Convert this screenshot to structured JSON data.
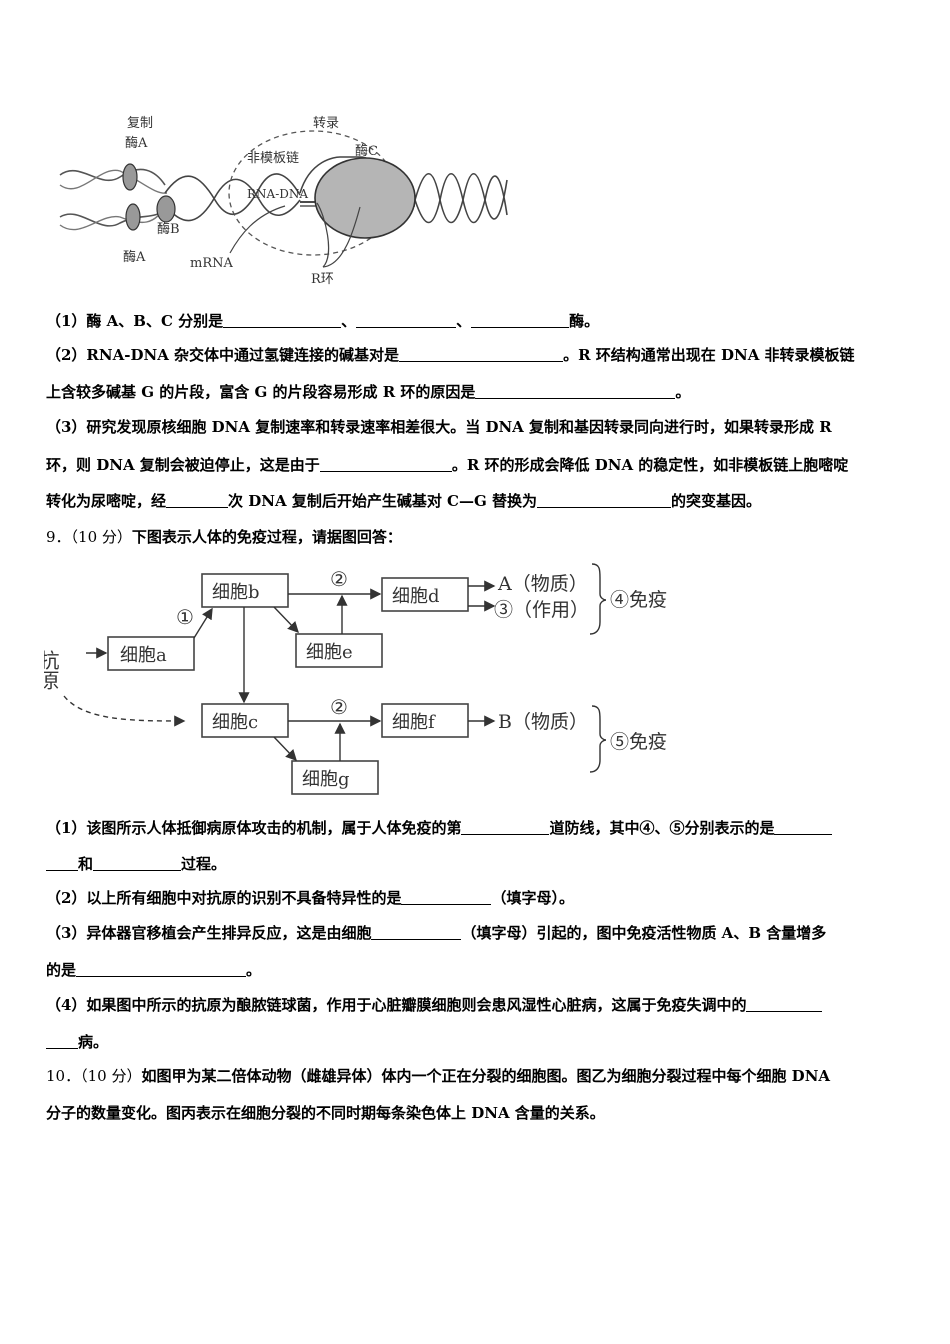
{
  "figure1": {
    "labels": {
      "copy": "复制",
      "enzA_top": "酶A",
      "transcribe": "转录",
      "nontemplate": "非模板链",
      "enzC": "酶C",
      "rnadna": "RNA-DNA",
      "enzB": "酶B",
      "enzA_bottom": "酶A",
      "mrna": "mRNA",
      "rloop": "R环"
    }
  },
  "q8": {
    "p1": {
      "a": "（1）酶 A、B、C 分别是",
      "b": "、",
      "c": "、",
      "d": "酶。"
    },
    "p2": {
      "a": "（2）RNA-DNA 杂交体中通过氢键连接的碱基对是",
      "b": "。R 环结构通常出现在 DNA 非转录模板链"
    },
    "p2b": {
      "a": "上含较多碱基 G 的片段，富含 G 的片段容易形成 R 环的原因是",
      "b": "。"
    },
    "p3": {
      "a": "（3）研究发现原核细胞 DNA 复制速率和转录速率相差很大。当 DNA 复制和基因转录同向进行时，如果转录形成 R"
    },
    "p3b": {
      "a": "环，则 DNA 复制会被迫停止，这是由于",
      "b": "。R 环的形成会降低 DNA 的稳定性，如非模板链上胞嘧啶"
    },
    "p3c": {
      "a": "转化为尿嘧啶，经",
      "b": "次 DNA 复制后开始产生碱基对 C—G 替换为",
      "c": "的突变基因。"
    }
  },
  "q9": {
    "header": {
      "num": "9．（10 分）",
      "text": "下图表示人体的免疫过程，请据图回答："
    },
    "figure": {
      "antigen": "抗原",
      "cell_a": "细胞a",
      "cell_b": "细胞b",
      "cell_c_upper": "细胞c",
      "cell_d": "细胞d",
      "cell_e": "细胞e",
      "cell_f": "细胞f",
      "cell_g": "细胞g",
      "step1": "①",
      "step2_upper": "②",
      "step2_lower": "②",
      "out_a": "A（物质）",
      "out_3": "③（作用）",
      "imm4": "④免疫",
      "out_b": "B（物质）",
      "imm5": "⑤免疫"
    },
    "p1": {
      "a": "（1）该图所示人体抵御病原体攻击的机制，属于人体免疫的第",
      "b": "道防线，其中④、⑤分别表示的是"
    },
    "p1b": {
      "a": "和",
      "b": "过程。"
    },
    "p2": {
      "a": "（2）以上所有细胞中对抗原的识别不具备特异性的是",
      "b": "（填字母）。"
    },
    "p3": {
      "a": "（3）异体器官移植会产生排异反应，这是由细胞",
      "b": "（填字母）引起的，图中免疫活性物质 A、B 含量增多"
    },
    "p3b": {
      "a": "的是",
      "b": "。"
    },
    "p4": {
      "a": "（4）如果图中所示的抗原为酿脓链球菌，作用于心脏瓣膜细胞则会患风湿性心脏病，这属于免疫失调中的"
    },
    "p4b": {
      "a": "病。"
    }
  },
  "q10": {
    "header": {
      "num": "10．（10 分）",
      "text": "如图甲为某二倍体动物（雌雄异体）体内一个正在分裂的细胞图。图乙为细胞分裂过程中每个细胞 DNA"
    },
    "line2": "分子的数量变化。图丙表示在细胞分裂的不同时期每条染色体上 DNA 含量的关系。"
  }
}
